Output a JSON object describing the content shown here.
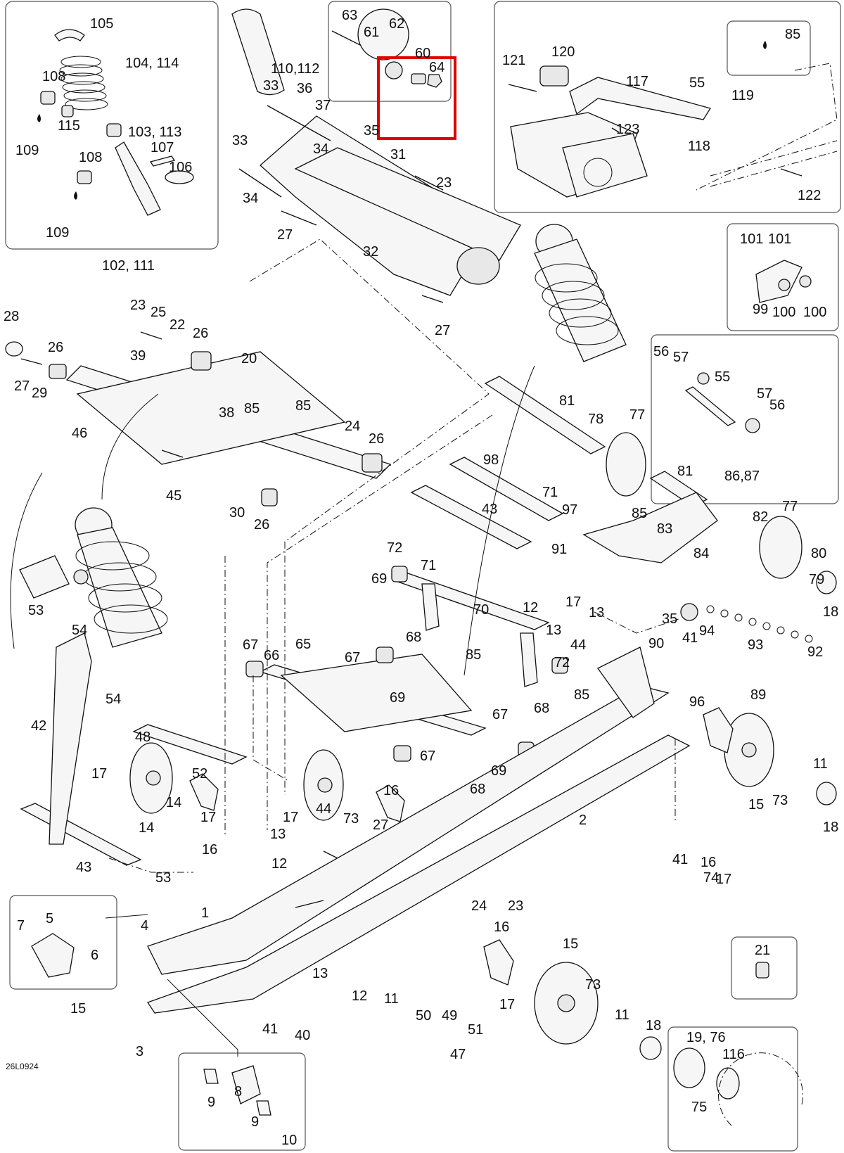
{
  "diagram": {
    "drawing_code": "26L0924",
    "highlight_color": "#e00000",
    "callouts": [
      "105",
      "104, 114",
      "108",
      "115",
      "109",
      "103, 113",
      "107",
      "108",
      "106",
      "109",
      "102, 111",
      "110,112",
      "63",
      "61",
      "62",
      "60",
      "64",
      "33",
      "36",
      "37",
      "35",
      "33",
      "34",
      "31",
      "23",
      "34",
      "27",
      "32",
      "27",
      "121",
      "120",
      "117",
      "55",
      "85",
      "119",
      "123",
      "118",
      "122",
      "101",
      "101",
      "99",
      "100",
      "100",
      "28",
      "23",
      "25",
      "22",
      "26",
      "27",
      "29",
      "26",
      "39",
      "20",
      "85",
      "38",
      "85",
      "46",
      "24",
      "26",
      "45",
      "30",
      "26",
      "56",
      "57",
      "55",
      "57",
      "56",
      "81",
      "78",
      "77",
      "98",
      "81",
      "86,87",
      "71",
      "97",
      "85",
      "43",
      "82",
      "77",
      "83",
      "91",
      "84",
      "80",
      "79",
      "35",
      "17",
      "13",
      "94",
      "93",
      "18",
      "92",
      "53",
      "54",
      "72",
      "71",
      "69",
      "70",
      "68",
      "12",
      "13",
      "67",
      "66",
      "65",
      "67",
      "85",
      "44",
      "72",
      "69",
      "85",
      "68",
      "67",
      "67",
      "90",
      "41",
      "96",
      "89",
      "42",
      "54",
      "48",
      "17",
      "14",
      "52",
      "14",
      "17",
      "16",
      "44",
      "73",
      "16",
      "27",
      "68",
      "69",
      "17",
      "13",
      "12",
      "16",
      "17",
      "11",
      "15",
      "73",
      "18",
      "2",
      "41",
      "74",
      "43",
      "53",
      "24",
      "23",
      "7",
      "5",
      "4",
      "1",
      "6",
      "15",
      "16",
      "13",
      "12",
      "11",
      "15",
      "73",
      "17",
      "50",
      "49",
      "51",
      "41",
      "40",
      "11",
      "18",
      "47",
      "3",
      "21",
      "19, 76",
      "116",
      "75",
      "9",
      "8",
      "9",
      "10"
    ]
  }
}
